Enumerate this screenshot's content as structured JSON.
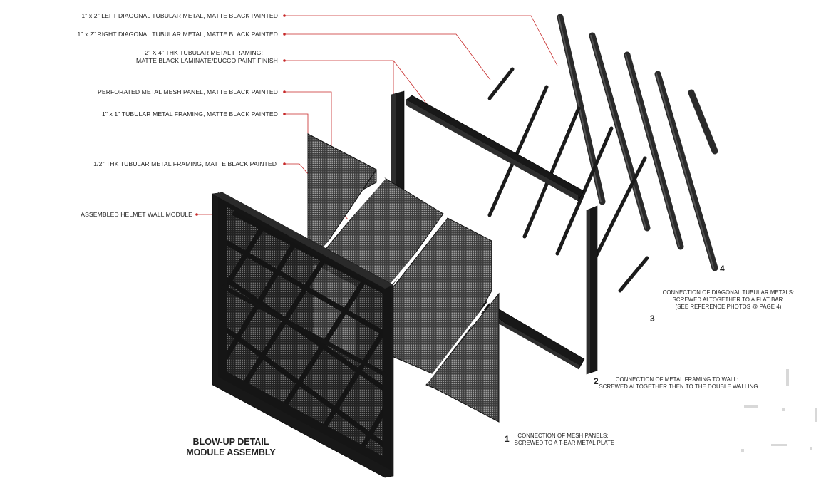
{
  "callouts": [
    {
      "id": "left-diagonal",
      "text": "1\" x 2\" LEFT DIAGONAL TUBULAR METAL, MATTE BLACK PAINTED"
    },
    {
      "id": "right-diagonal",
      "text": "1\" x 2\" RIGHT DIAGONAL TUBULAR METAL, MATTE BLACK PAINTED"
    },
    {
      "id": "framing-2x4-line1",
      "text": "2\" X 4\" THK TUBULAR METAL FRAMING:"
    },
    {
      "id": "framing-2x4-line2",
      "text": "MATTE BLACK LAMINATE/DUCCO  PAINT FINISH"
    },
    {
      "id": "mesh-panel",
      "text": "PERFORATED METAL MESH PANEL, MATTE BLACK PAINTED"
    },
    {
      "id": "framing-1x1",
      "text": "1\" x 1\" TUBULAR METAL FRAMING, MATTE BLACK PAINTED"
    },
    {
      "id": "framing-half",
      "text": "1/2\" THK TUBULAR METAL FRAMING, MATTE BLACK PAINTED"
    },
    {
      "id": "assembled-module",
      "text": "ASSEMBLED HELMET WALL MODULE"
    }
  ],
  "connections": [
    {
      "number": "1",
      "line1": "CONNECTION OF MESH PANELS:",
      "line2": "SCREWED TO A T-BAR METAL PLATE"
    },
    {
      "number": "2",
      "line1": "CONNECTION OF METAL FRAMING TO WALL:",
      "line2": "SCREWED ALTOGETHER THEN TO THE DOUBLE WALLING"
    },
    {
      "number": "3"
    },
    {
      "number": "4",
      "line1": "CONNECTION OF DIAGONAL TUBULAR METALS:",
      "line2": "SCREWED ALTOGETHER TO A FLAT BAR",
      "line3": "(SEE REFERENCE PHOTOS @ PAGE 4)"
    }
  ],
  "title": {
    "line1": "BLOW-UP DETAIL",
    "line2": "MODULE ASSEMBLY"
  },
  "colors": {
    "leader": "#c62828",
    "metal": "#181818"
  }
}
